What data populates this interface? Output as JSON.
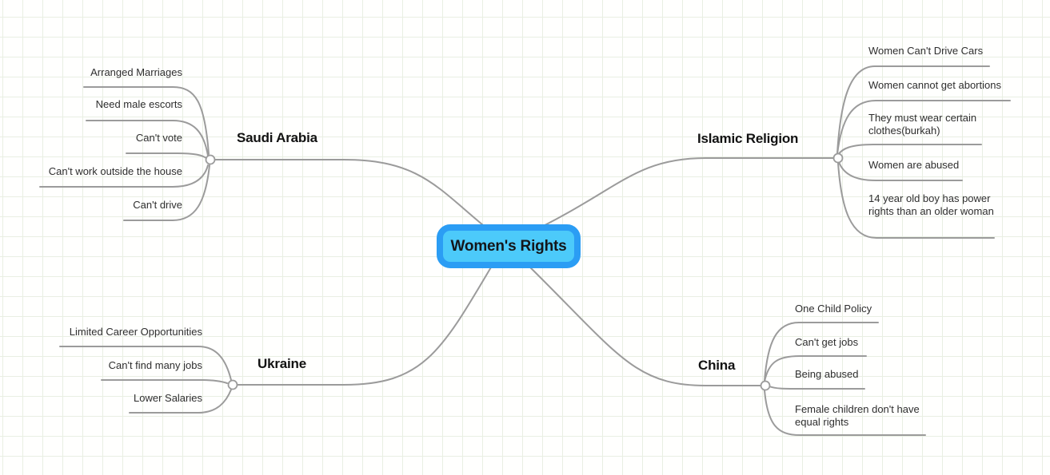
{
  "mindmap": {
    "root": {
      "label": "Women's Rights"
    },
    "branches": [
      {
        "id": "saudi-arabia",
        "label": "Saudi Arabia",
        "children": [
          "Arranged Marriages",
          "Need male escorts",
          "Can't vote",
          "Can't work outside the house",
          "Can't drive"
        ]
      },
      {
        "id": "islamic-religion",
        "label": "Islamic Religion",
        "children": [
          "Women Can't Drive Cars",
          "Women cannot get abortions",
          "They must wear certain clothes(burkah)",
          "Women are abused",
          "14 year old boy has power rights than an older woman"
        ]
      },
      {
        "id": "ukraine",
        "label": "Ukraine",
        "children": [
          "Limited Career Opportunities",
          "Can't find many jobs",
          "Lower Salaries"
        ]
      },
      {
        "id": "china",
        "label": "China",
        "children": [
          "One Child Policy",
          "Can't get jobs",
          "Being abused",
          "Female children don't have equal rights"
        ]
      }
    ],
    "colors": {
      "root_fill": "#4ccafa",
      "root_border": "#2b9df4",
      "connector": "#9b9b9b",
      "grid_line": "#e9efe3",
      "background": "#fffffe",
      "text": "#2e2e2e"
    }
  }
}
